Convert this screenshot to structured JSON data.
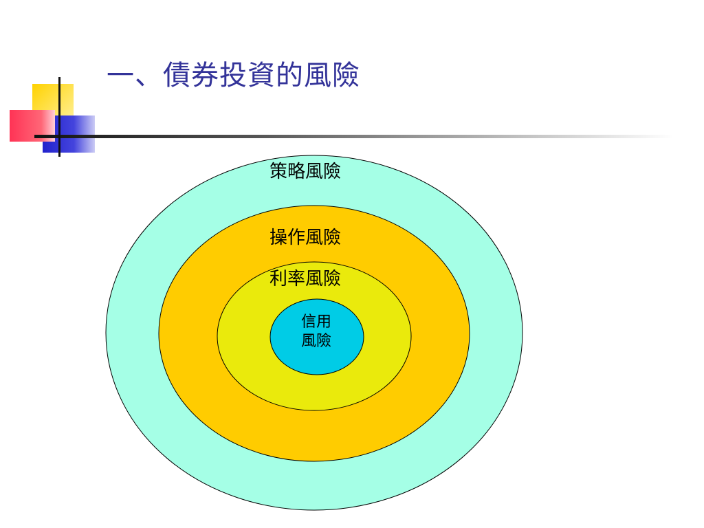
{
  "slide": {
    "title": "一、債券投資的風險"
  },
  "diagram": {
    "rings": [
      {
        "label": "策略風險",
        "fill": "#A5FFE6"
      },
      {
        "label": "操作風險",
        "fill": "#FFCC00"
      },
      {
        "label": "利率風險",
        "fill": "#EAEA0C"
      },
      {
        "label_line1": "信用",
        "label_line2": "風險",
        "fill": "#00CCE6"
      }
    ]
  },
  "colors": {
    "title": "#333399",
    "deco_yellow": "#FFDD33",
    "deco_red": "#FF4466",
    "deco_blue": "#3333CC",
    "rule_dark": "#222222"
  }
}
